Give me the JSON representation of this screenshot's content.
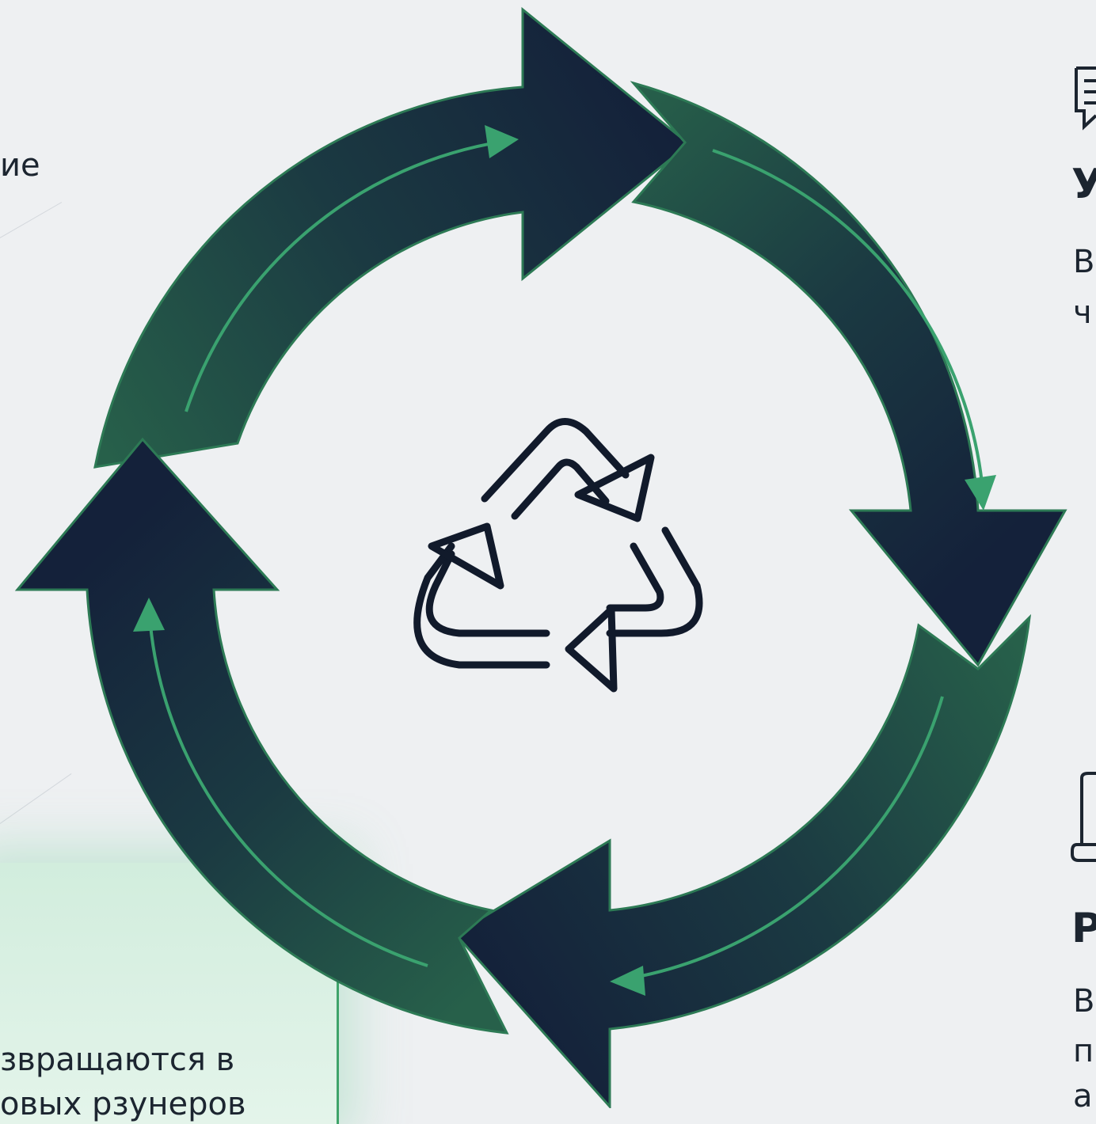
{
  "left_top_fragment": "ие",
  "left_bottom_line1": "звращаются в",
  "left_bottom_line2": "овых рзунеров",
  "right_top": {
    "icon": "document-chat-icon",
    "title_fragment": "У",
    "line1": "В",
    "line2": "ч"
  },
  "right_bottom": {
    "icon": "laptop-icon",
    "title_fragment": "Р",
    "line1": "В",
    "line2": "п",
    "line3": "а"
  },
  "center_icon": "recycle-icon",
  "colors": {
    "navy": "#14213a",
    "green": "#27604a",
    "accent": "#3aa26f",
    "background": "#eef0f2"
  }
}
